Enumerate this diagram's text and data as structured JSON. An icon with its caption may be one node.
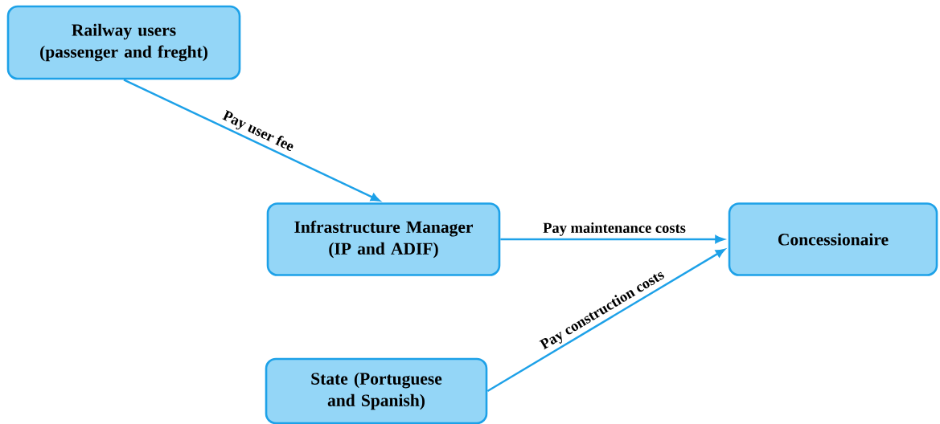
{
  "diagram": {
    "nodes": [
      {
        "text": [
          "Railway users (passenger and freght)"
        ]
      },
      {
        "text": [
          "Infrastructure Manager (IP and ADIF)"
        ]
      },
      {
        "text": [
          "Concessionaire"
        ]
      },
      {
        "text": [
          "State (Portuguese and Spanish)"
        ]
      }
    ],
    "edges": [
      {
        "from": 0,
        "to": 1,
        "arrow": "to",
        "label": "Pay user fee"
      },
      {
        "from": 1,
        "to": 2,
        "arrow": "to",
        "label": "Pay maintenance costs"
      },
      {
        "from": 3,
        "to": 2,
        "arrow": "to",
        "label": "Pay construction costs"
      }
    ]
  }
}
